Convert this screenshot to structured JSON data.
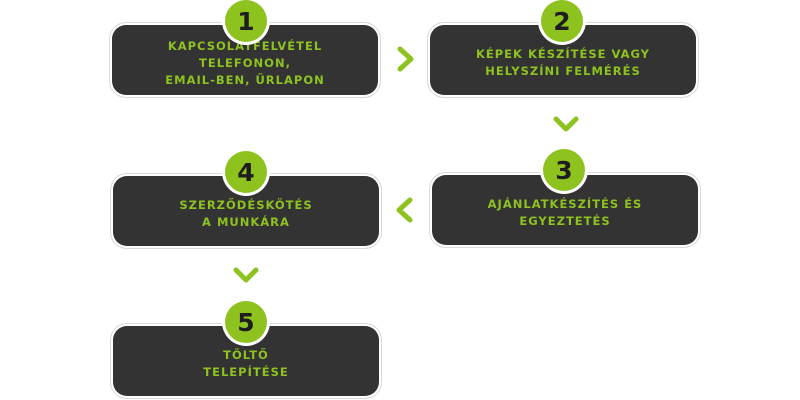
{
  "colors": {
    "accent": "#8dc21f",
    "box": "#333333",
    "outline": "#d9d9d9"
  },
  "steps": [
    {
      "number": "1",
      "label": "KAPCSOLATFELVÉTEL TELEFONON,\nEMAIL-BEN, ŰRLAPON"
    },
    {
      "number": "2",
      "label": "KÉPEK KÉSZÍTÉSE VAGY\nHELYSZÍNI FELMÉRÉS"
    },
    {
      "number": "3",
      "label": "AJÁNLATKÉSZÍTÉS ÉS\nEGYEZTETÉS"
    },
    {
      "number": "4",
      "label": "SZERZŐDÉSKÖTÉS\nA MUNKÁRA"
    },
    {
      "number": "5",
      "label": "TÖLTŐ\nTELEPÍTÉSE"
    }
  ],
  "arrows": [
    {
      "icon": "chevron-right-icon"
    },
    {
      "icon": "chevron-down-icon"
    },
    {
      "icon": "chevron-left-icon"
    },
    {
      "icon": "chevron-down-icon"
    }
  ]
}
